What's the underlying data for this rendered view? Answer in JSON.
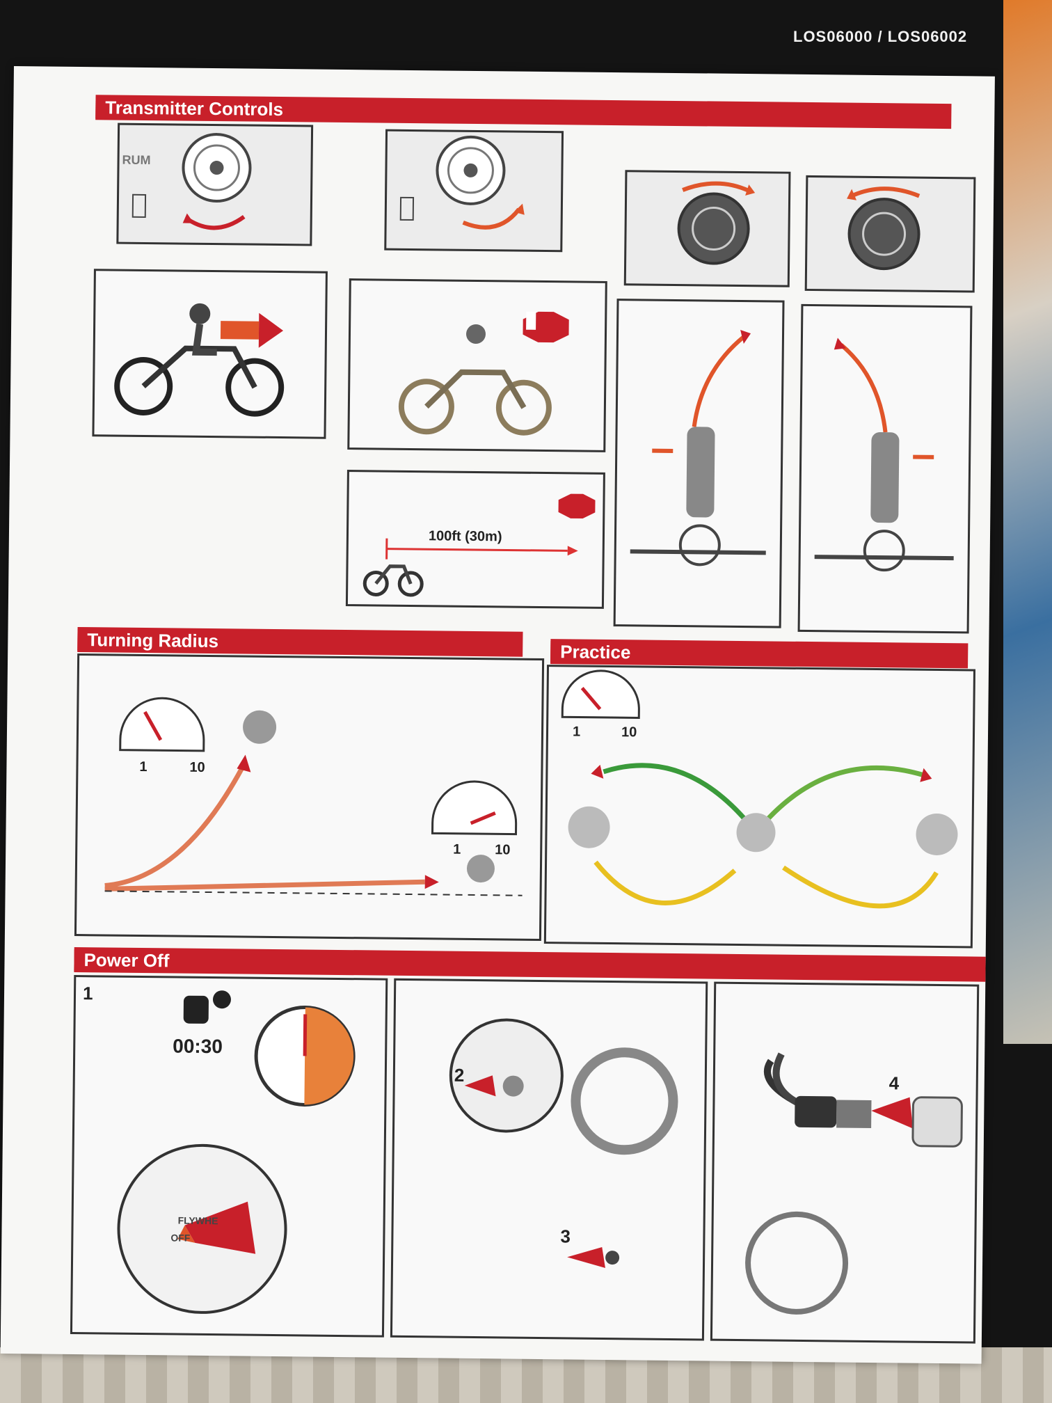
{
  "doc_code": "LOS06000 / LOS06002",
  "sections": {
    "transmitter": {
      "title": "Transmitter Controls",
      "distance_label": "100ft (30m)",
      "brand_text": "RUM"
    },
    "turning": {
      "title": "Turning Radius",
      "gauge_min": "1",
      "gauge_max": "10"
    },
    "practice": {
      "title": "Practice",
      "gauge_min": "1",
      "gauge_max": "10"
    },
    "power_off": {
      "title": "Power Off",
      "step1": "1",
      "step2": "2",
      "step3": "3",
      "step4": "4",
      "timer": "00:30",
      "flywheel_label": "FLYWHE",
      "off_label": "OFF"
    }
  },
  "colors": {
    "accent": "#c8202a",
    "arrow_orange": "#e8782a",
    "arrow_green": "#3a9a3a",
    "arrow_yellow": "#e8c020"
  }
}
